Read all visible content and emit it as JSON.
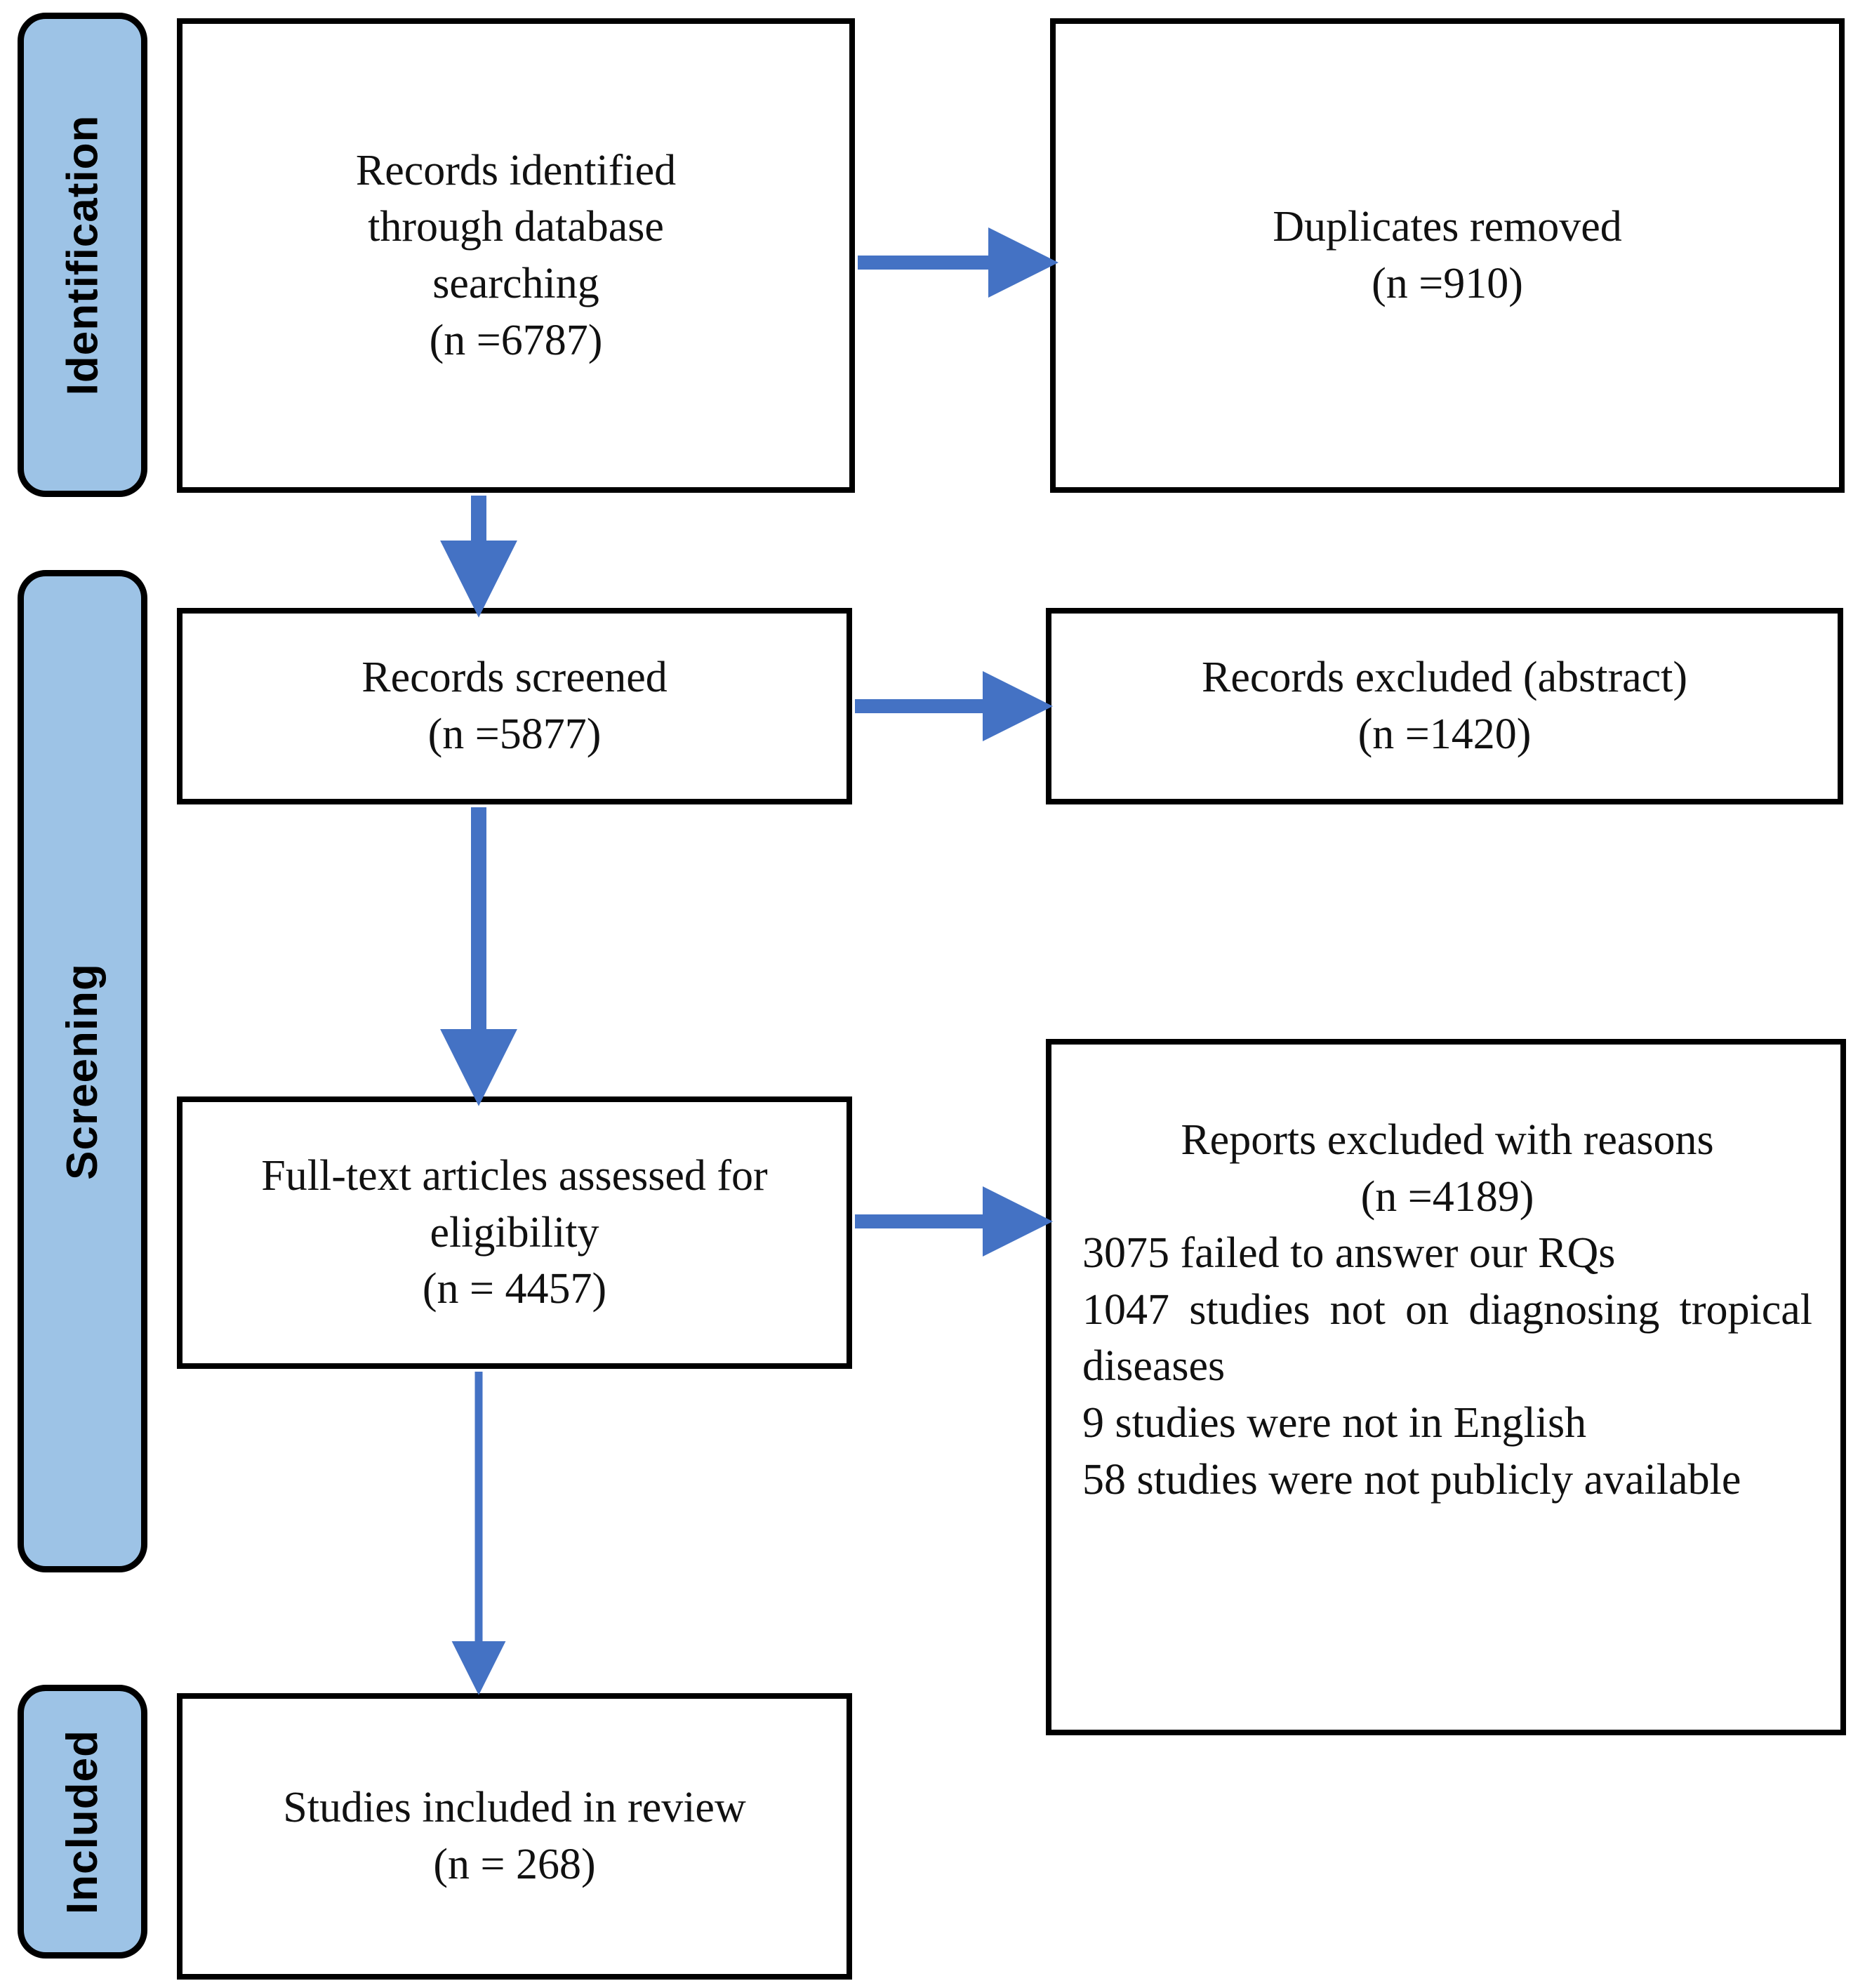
{
  "diagram": {
    "type": "prisma-flow-diagram",
    "accent_color": "#4472C4",
    "phase_fill_color": "#9DC3E6",
    "border_color": "#000000"
  },
  "phases": [
    {
      "id": "identification",
      "label": "Identification"
    },
    {
      "id": "screening",
      "label": "Screening"
    },
    {
      "id": "included",
      "label": "Included"
    }
  ],
  "boxes": {
    "records_identified": {
      "lines": [
        "Records identified",
        "through database",
        "searching",
        "(n =6787)"
      ]
    },
    "duplicates_removed": {
      "lines": [
        "Duplicates removed",
        "(n =910)"
      ]
    },
    "records_screened": {
      "lines": [
        "Records screened",
        "(n =5877)"
      ]
    },
    "records_excluded_abstract": {
      "lines": [
        "Records excluded (abstract)",
        "(n =1420)"
      ]
    },
    "fulltext_assessed": {
      "lines": [
        "Full-text articles assessed for",
        "eligibility",
        "(n = 4457)"
      ]
    },
    "reports_excluded_reasons": {
      "header": [
        "Reports excluded with reasons",
        "(n =4189)"
      ],
      "reasons": [
        "3075 failed to answer our RQs",
        "1047 studies not on diagnosing tropical diseases",
        "9 studies were not in English",
        "58 studies were not publicly available"
      ]
    },
    "studies_included": {
      "lines": [
        "Studies included in review",
        "(n = 268)"
      ]
    }
  },
  "flow_data": {
    "type": "flow",
    "nodes": [
      {
        "id": "records_identified",
        "label": "Records identified through database searching",
        "n": 6787
      },
      {
        "id": "duplicates_removed",
        "label": "Duplicates removed",
        "n": 910
      },
      {
        "id": "records_screened",
        "label": "Records screened",
        "n": 5877
      },
      {
        "id": "records_excluded_abstract",
        "label": "Records excluded (abstract)",
        "n": 1420
      },
      {
        "id": "fulltext_assessed",
        "label": "Full-text articles assessed for eligibility",
        "n": 4457
      },
      {
        "id": "reports_excluded_reasons",
        "label": "Reports excluded with reasons",
        "n": 4189
      },
      {
        "id": "studies_included",
        "label": "Studies included in review",
        "n": 268
      }
    ],
    "exclusion_breakdown": [
      {
        "reason": "failed to answer our RQs",
        "n": 3075
      },
      {
        "reason": "studies not on diagnosing tropical diseases",
        "n": 1047
      },
      {
        "reason": "studies were not in English",
        "n": 9
      },
      {
        "reason": "studies were not publicly available",
        "n": 58
      }
    ],
    "edges": [
      {
        "from": "records_identified",
        "to": "duplicates_removed",
        "direction": "right"
      },
      {
        "from": "records_identified",
        "to": "records_screened",
        "direction": "down"
      },
      {
        "from": "records_screened",
        "to": "records_excluded_abstract",
        "direction": "right"
      },
      {
        "from": "records_screened",
        "to": "fulltext_assessed",
        "direction": "down"
      },
      {
        "from": "fulltext_assessed",
        "to": "reports_excluded_reasons",
        "direction": "right"
      },
      {
        "from": "fulltext_assessed",
        "to": "studies_included",
        "direction": "down"
      }
    ]
  }
}
